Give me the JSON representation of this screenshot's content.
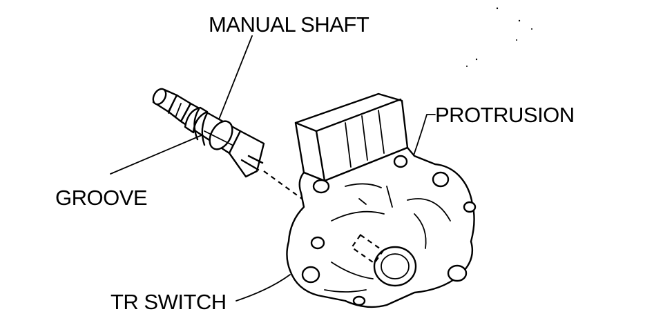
{
  "labels": {
    "manual_shaft": "MANUAL SHAFT",
    "protrusion": "PROTRUSION",
    "groove": "GROOVE",
    "tr_switch": "TR SWITCH"
  },
  "colors": {
    "ink": "#000000",
    "paper": "#ffffff"
  }
}
